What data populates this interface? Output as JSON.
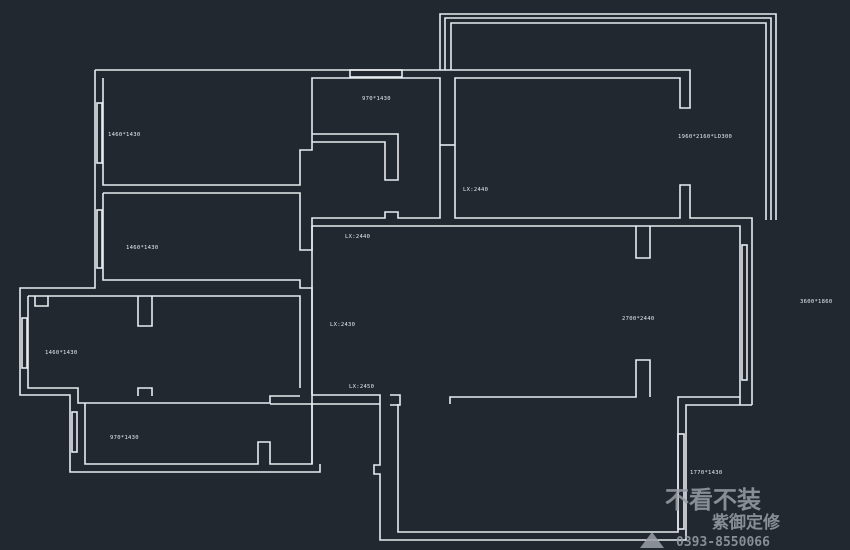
{
  "labels": {
    "room_top_left": "1460*1430",
    "room_top_mid": "970*1430",
    "room_top_right": "1960*2160*LD300",
    "door_top_right": "LX:2440",
    "door_mid": "LX:2440",
    "room_mid_left": "1460*1430",
    "room_left": "1460*1430",
    "door_corridor": "LX:2430",
    "living_room": "2700*2440",
    "door_lower": "LX:2450",
    "room_bottom_left": "970*1430",
    "window_bottom_right": "1770*1430",
    "outside_right": "3600*1860"
  },
  "watermark": {
    "line1": "不看不装",
    "line2": "紫御定修",
    "phone": "0393-8550066"
  }
}
